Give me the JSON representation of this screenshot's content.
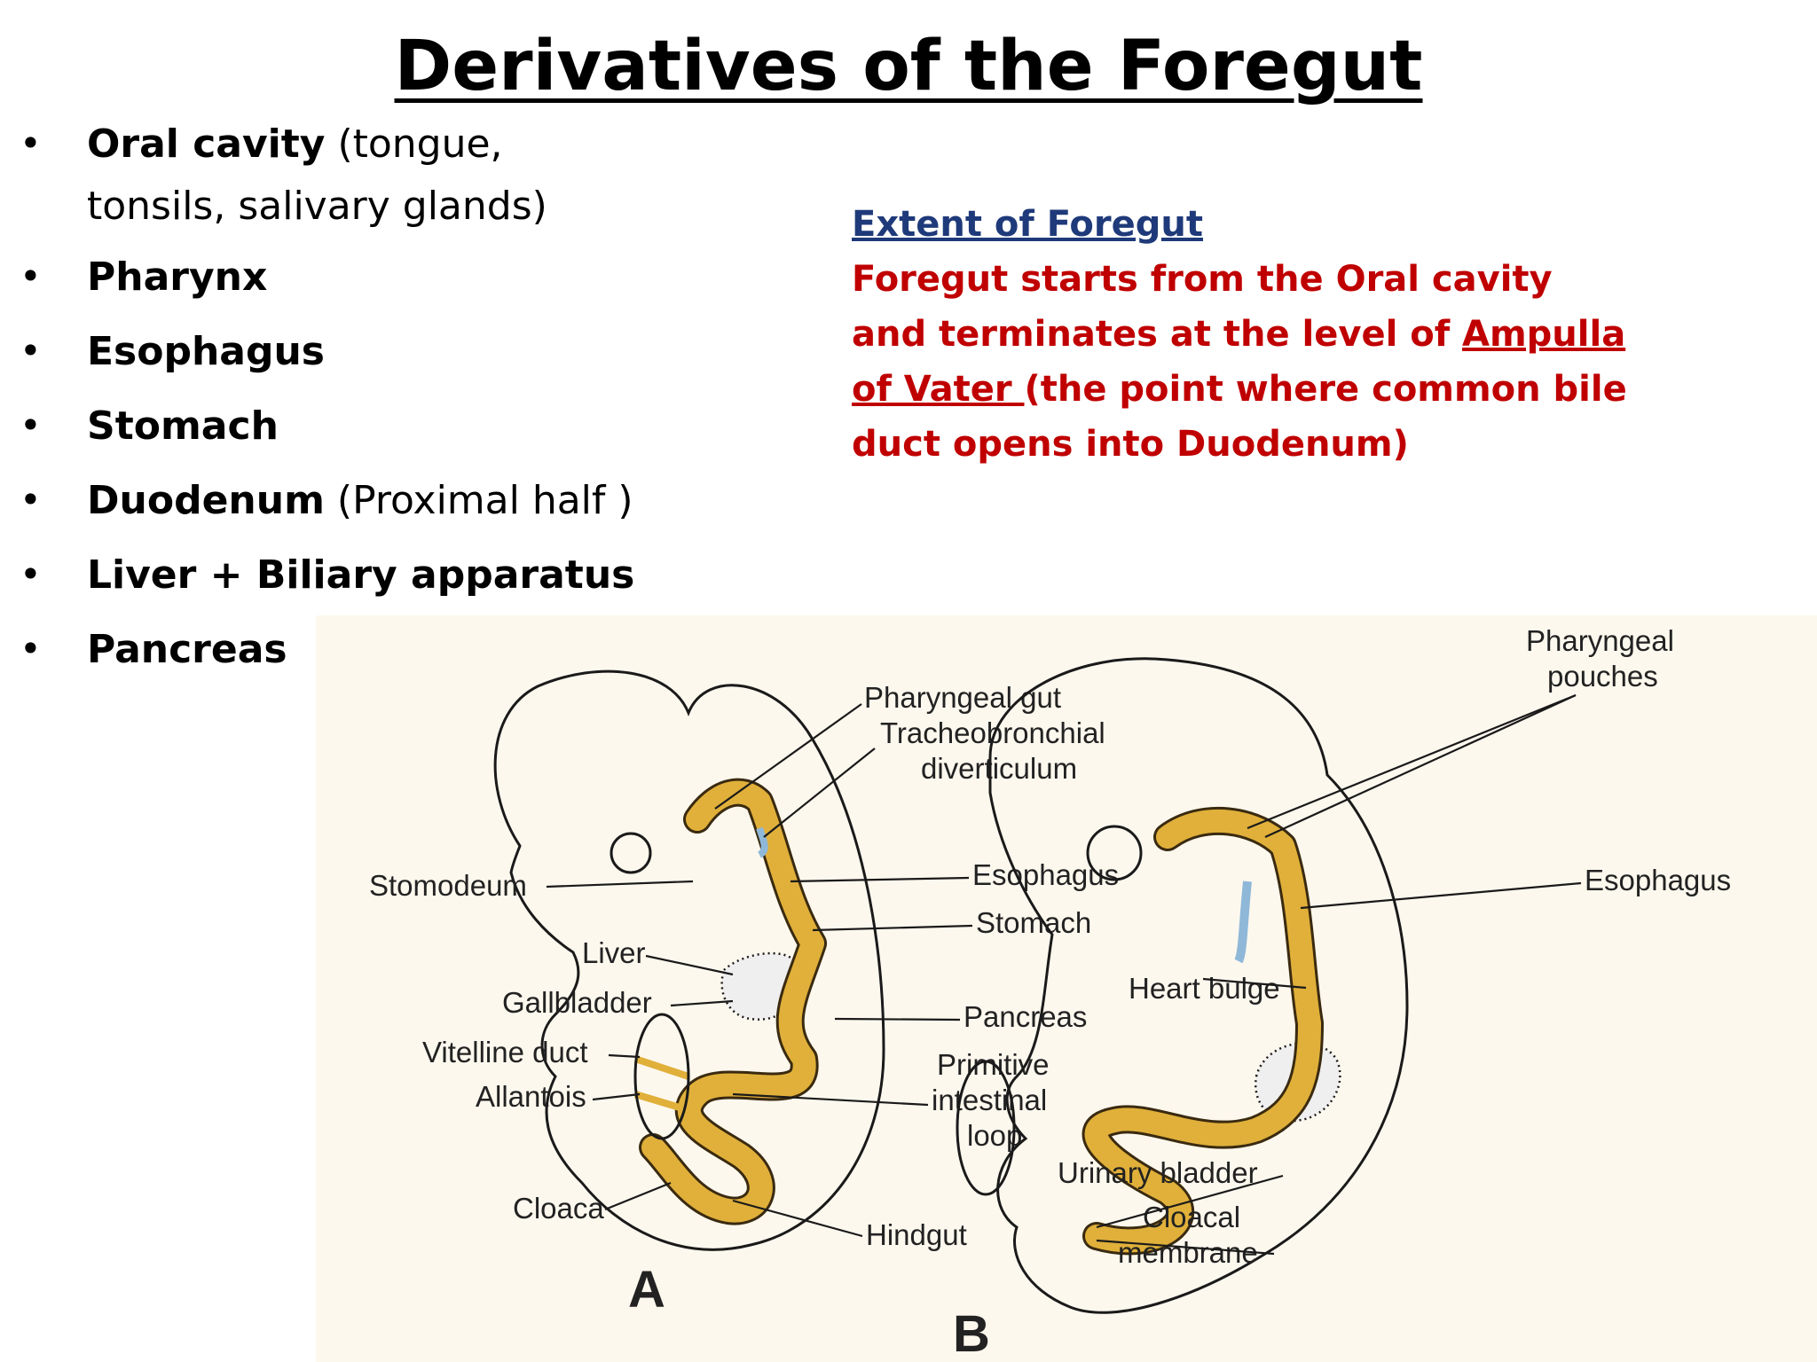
{
  "title": "Derivatives of the Foregut",
  "bullets": [
    {
      "bold": "Oral cavity",
      "normal": " (tongue, tonsils, salivary glands)"
    },
    {
      "bold": "Pharynx",
      "normal": ""
    },
    {
      "bold": "Esophagus",
      "normal": ""
    },
    {
      "bold": "Stomach",
      "normal": ""
    },
    {
      "bold": "Duodenum",
      "normal": " (Proximal half )"
    },
    {
      "bold": "Liver + Biliary apparatus",
      "normal": ""
    },
    {
      "bold": "Pancreas",
      "normal": ""
    }
  ],
  "bullet_glyph": "•",
  "extent": {
    "heading": "Extent of Foregut",
    "text_1": "Foregut starts from the Oral cavity and terminates at the level of ",
    "underlined": "Ampulla of Vater ",
    "text_2": "(the point where common bile duct opens into Duodenum)",
    "heading_color": "#1f3a7a",
    "text_color": "#c00000"
  },
  "figure": {
    "panel_a": {
      "letter": "A",
      "labels": {
        "pharyngeal_gut": "Pharyngeal gut",
        "tracheo_1": "Tracheobronchial",
        "tracheo_2": "diverticulum",
        "esophagus": "Esophagus",
        "stomach": "Stomach",
        "stomodeum": "Stomodeum",
        "liver": "Liver",
        "gallbladder": "Gallbladder",
        "pancreas": "Pancreas",
        "vitelline_duct": "Vitelline duct",
        "allantois": "Allantois",
        "primitive_1": "Primitive",
        "primitive_2": "intestinal",
        "primitive_3": "loop",
        "cloaca": "Cloaca",
        "hindgut": "Hindgut"
      }
    },
    "panel_b": {
      "letter": "B",
      "labels": {
        "pharyngeal_pouches_1": "Pharyngeal",
        "pharyngeal_pouches_2": "pouches",
        "esophagus": "Esophagus",
        "heart_bulge": "Heart bulge",
        "urinary_bladder": "Urinary bladder",
        "cloacal_1": "Cloacal",
        "cloacal_2": "membrane"
      }
    },
    "colors": {
      "gut": "#e0b03a",
      "diverticulum": "#8fb8d8",
      "paper": "#fdf8ee"
    }
  }
}
